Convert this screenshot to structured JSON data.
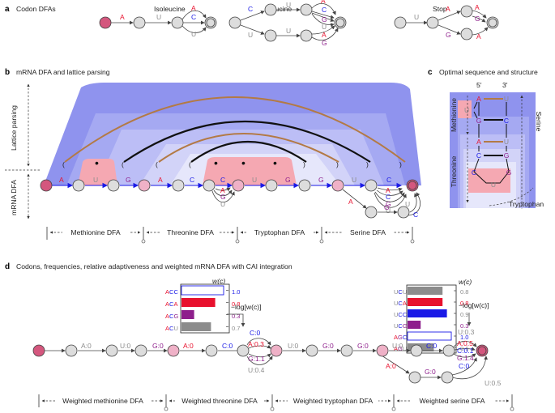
{
  "panels": {
    "a": {
      "letter": "a",
      "title": "Codon DFAs",
      "dfa_labels": [
        "Isoleucine",
        "Leucine",
        "Stop"
      ]
    },
    "b": {
      "letter": "b",
      "title": "mRNA DFA and lattice parsing",
      "lattice_label": "Lattice parsing",
      "mrna_label": "mRNA DFA",
      "dfa_segments": [
        "Methionine DFA",
        "Threonine DFA",
        "Tryptophan DFA",
        "Serine DFA"
      ]
    },
    "c": {
      "letter": "c",
      "title": "Optimal sequence and structure",
      "five_prime": "5′",
      "three_prime": "3′",
      "side_labels": [
        "Methionine",
        "Threonine",
        "Serine",
        "Tryptophan"
      ]
    },
    "d": {
      "letter": "d",
      "title": "Codons, frequencies, relative adaptiveness and weighted mRNA DFA with CAI integration",
      "wc_label": "w(c)",
      "neglog_label": "−log[w(c)]",
      "threonine_table": [
        {
          "codon": [
            "A",
            "C",
            "C"
          ],
          "value": "1.0",
          "w": 1.0
        },
        {
          "codon": [
            "A",
            "C",
            "A"
          ],
          "value": "0.8",
          "w": 0.8
        },
        {
          "codon": [
            "A",
            "C",
            "G"
          ],
          "value": "0.3",
          "w": 0.3
        },
        {
          "codon": [
            "A",
            "C",
            "U"
          ],
          "value": "0.7",
          "w": 0.7
        }
      ],
      "serine_table": [
        {
          "codon": [
            "U",
            "C",
            "U"
          ],
          "value": "0.8",
          "w": 0.8
        },
        {
          "codon": [
            "U",
            "C",
            "A"
          ],
          "value": "0.8",
          "w": 0.8
        },
        {
          "codon": [
            "U",
            "C",
            "C"
          ],
          "value": "0.9",
          "w": 0.9
        },
        {
          "codon": [
            "U",
            "C",
            "G"
          ],
          "value": "0.3",
          "w": 0.3
        },
        {
          "codon": [
            "A",
            "G",
            "C"
          ],
          "value": "1.0",
          "w": 1.0
        },
        {
          "codon": [
            "A",
            "G",
            "U"
          ],
          "value": "0.6",
          "w": 0.6
        }
      ],
      "edge_labels": {
        "met": [
          "A:0",
          "U:0",
          "G:0"
        ],
        "thr": [
          "A:0",
          "C:0",
          "C:0",
          "A:0.3",
          "G:1.1",
          "U:0.4"
        ],
        "trp": [
          "U:0",
          "G:0",
          "G:0"
        ],
        "ser": [
          "U:0",
          "C:0",
          "A:0",
          "G:0",
          "C:0",
          "U:0.3",
          "A:0.5",
          "C:0.1",
          "G:1.4",
          "U:0.5"
        ]
      },
      "dfa_segments": [
        "Weighted methionine DFA",
        "Weighted threonine DFA",
        "Weighted tryptophan DFA",
        "Weighted serine DFA"
      ]
    }
  },
  "colors": {
    "A": "#e8112d",
    "U": "#8c8c8c",
    "C": "#1a1ae6",
    "G": "#8e1f8c",
    "start": "#d4577e",
    "boundary": "#efb1c7"
  }
}
